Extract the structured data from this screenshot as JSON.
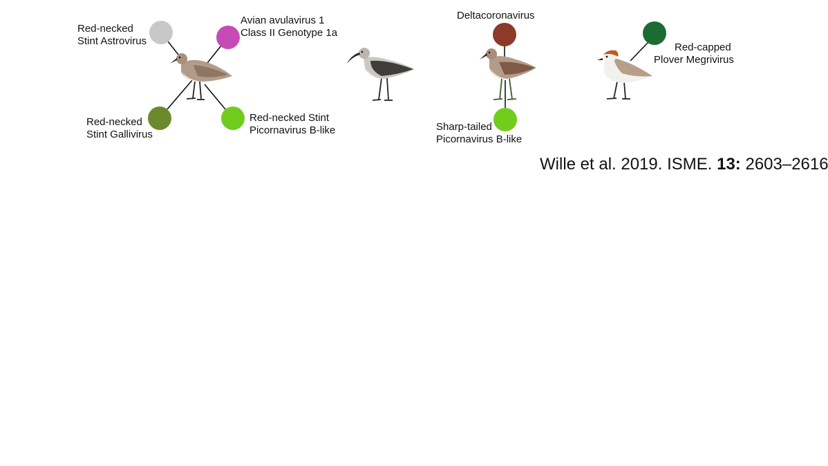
{
  "colors": {
    "astrovirus": "#c8c8c8",
    "avulavirus": "#c64bb7",
    "gallivirus": "#6b8a2e",
    "picornavirus": "#72cc1e",
    "deltacoronavirus": "#8c3a2a",
    "megrivirus": "#1b6b32",
    "line": "#111111"
  },
  "icons": [
    "red-necked-stint-bird",
    "curlew-sandpiper-bird",
    "sharp-tailed-sandpiper-bird",
    "red-capped-plover-bird"
  ],
  "labels": {
    "rns_astrovirus": [
      "Red-necked",
      "Stint Astrovirus"
    ],
    "avulavirus": [
      "Avian avulavirus 1",
      "Class II Genotype 1a"
    ],
    "rns_gallivirus": [
      "Red-necked",
      "Stint Gallivirus"
    ],
    "rns_picornavirus": [
      "Red-necked Stint",
      "Picornavirus B-like"
    ],
    "deltacoronavirus": [
      "Deltacoronavirus"
    ],
    "sharp_tailed_picornavirus": [
      "Sharp-tailed",
      "Picornavirus B-like"
    ],
    "rcp_megrivirus": [
      "Red-capped",
      "Plover Megrivirus"
    ]
  },
  "citation": {
    "text_before": "Wille et al. 2019. ISME. ",
    "volume": "13:",
    "pages": " 2603–2616"
  }
}
